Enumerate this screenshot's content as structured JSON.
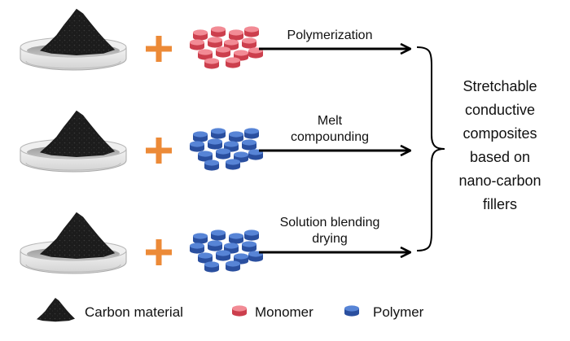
{
  "routes": [
    {
      "label_lines": [
        "Polymerization"
      ],
      "particle": "monomer"
    },
    {
      "label_lines": [
        "Melt",
        "compounding"
      ],
      "particle": "polymer"
    },
    {
      "label_lines": [
        "Solution blending",
        "drying"
      ],
      "particle": "polymer"
    }
  ],
  "outcome_lines": [
    "Stretchable",
    "conductive",
    "composites",
    "based on",
    "nano-carbon",
    "fillers"
  ],
  "legend": {
    "carbon": "Carbon material",
    "monomer": "Monomer",
    "polymer": "Polymer"
  },
  "icons": {
    "dish": "petri-dish-icon",
    "carbon": "carbon-pile-icon",
    "plus": "plus-icon",
    "monomer": "monomer-disc-icon",
    "polymer": "polymer-disc-icon",
    "brace": "right-brace"
  },
  "colors": {
    "plus": "#ec8a37",
    "monomer_top": "#f28b95",
    "monomer_side": "#cc3f4d",
    "polymer_top": "#5784d6",
    "polymer_side": "#2a4f9f",
    "carbon": "#1b1b1b",
    "arrow": "#000000"
  }
}
